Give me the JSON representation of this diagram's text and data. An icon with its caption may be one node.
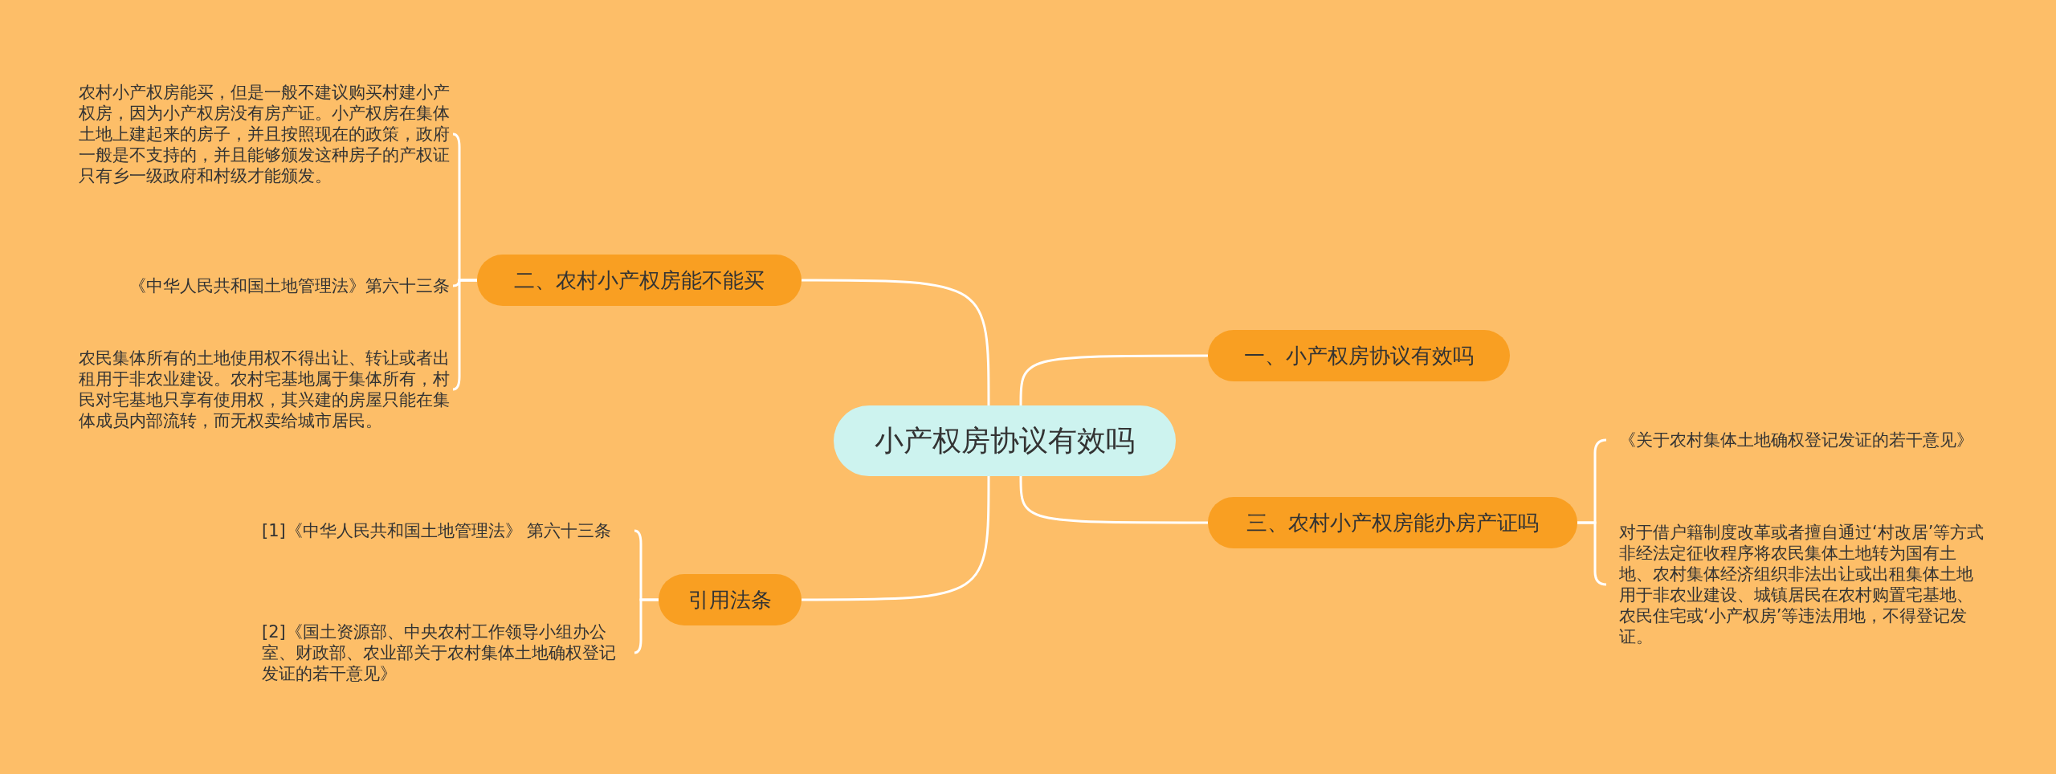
{
  "diagram": {
    "nodes": [
      {
        "text": [
          "小产权房协议有效吗"
        ]
      },
      {
        "text": [
          "二、农村小产权房能不能买"
        ]
      },
      {
        "text": [
          "农村小产权房能买，但是一般不建议购买村建小产权房，因为小产权房没有房产证。小产权房在集体土地上建起来的房子，并且按照现在的政策，政府一般是不支持的，并且能够颁发这种房子的产权证只有乡一级政府和村级才能颁发。"
        ]
      },
      {
        "text": [
          "《中华人民共和国土地管理法》第六十三条"
        ]
      },
      {
        "text": [
          "农民集体所有的土地使用权不得出让、转让或者出租用于非农业建设。农村宅基地属于集体所有，村民对宅基地只享有使用权，其兴建的房屋只能在集体成员内部流转，而无权卖给城市居民。"
        ]
      },
      {
        "text": [
          "一、小产权房协议有效吗"
        ]
      },
      {
        "text": [
          "三、农村小产权房能办房产证吗"
        ]
      },
      {
        "text": [
          "《关于农村集体土地确权登记发证的若干意见》"
        ]
      },
      {
        "text": [
          "对于借户籍制度改革或者擅自通过‘村改居’等方式非经法定征收程序将农民集体土地转为国有土地、农村集体经济组织非法出让或出租集体土地用于非农业建设、城镇居民在农村购置宅基地、农民住宅或‘小产权房’等违法用地，不得登记发证。"
        ]
      },
      {
        "text": [
          "引用法条"
        ]
      },
      {
        "text": [
          "[1]《中华人民共和国土地管理法》 第六十三条"
        ]
      },
      {
        "text": [
          "[2]《国土资源部、中央农村工作领导小组办公室、财政部、农业部关于农村集体土地确权登记发证的若干意见》"
        ]
      }
    ],
    "edges": [
      {
        "from": 0,
        "to": 1,
        "arrow": "none"
      },
      {
        "from": 1,
        "to": 2,
        "arrow": "none"
      },
      {
        "from": 1,
        "to": 3,
        "arrow": "none"
      },
      {
        "from": 1,
        "to": 4,
        "arrow": "none"
      },
      {
        "from": 0,
        "to": 5,
        "arrow": "none"
      },
      {
        "from": 0,
        "to": 6,
        "arrow": "none"
      },
      {
        "from": 6,
        "to": 7,
        "arrow": "none"
      },
      {
        "from": 6,
        "to": 8,
        "arrow": "none"
      },
      {
        "from": 0,
        "to": 9,
        "arrow": "none"
      },
      {
        "from": 9,
        "to": 10,
        "arrow": "none"
      },
      {
        "from": 9,
        "to": 11,
        "arrow": "none"
      }
    ]
  }
}
